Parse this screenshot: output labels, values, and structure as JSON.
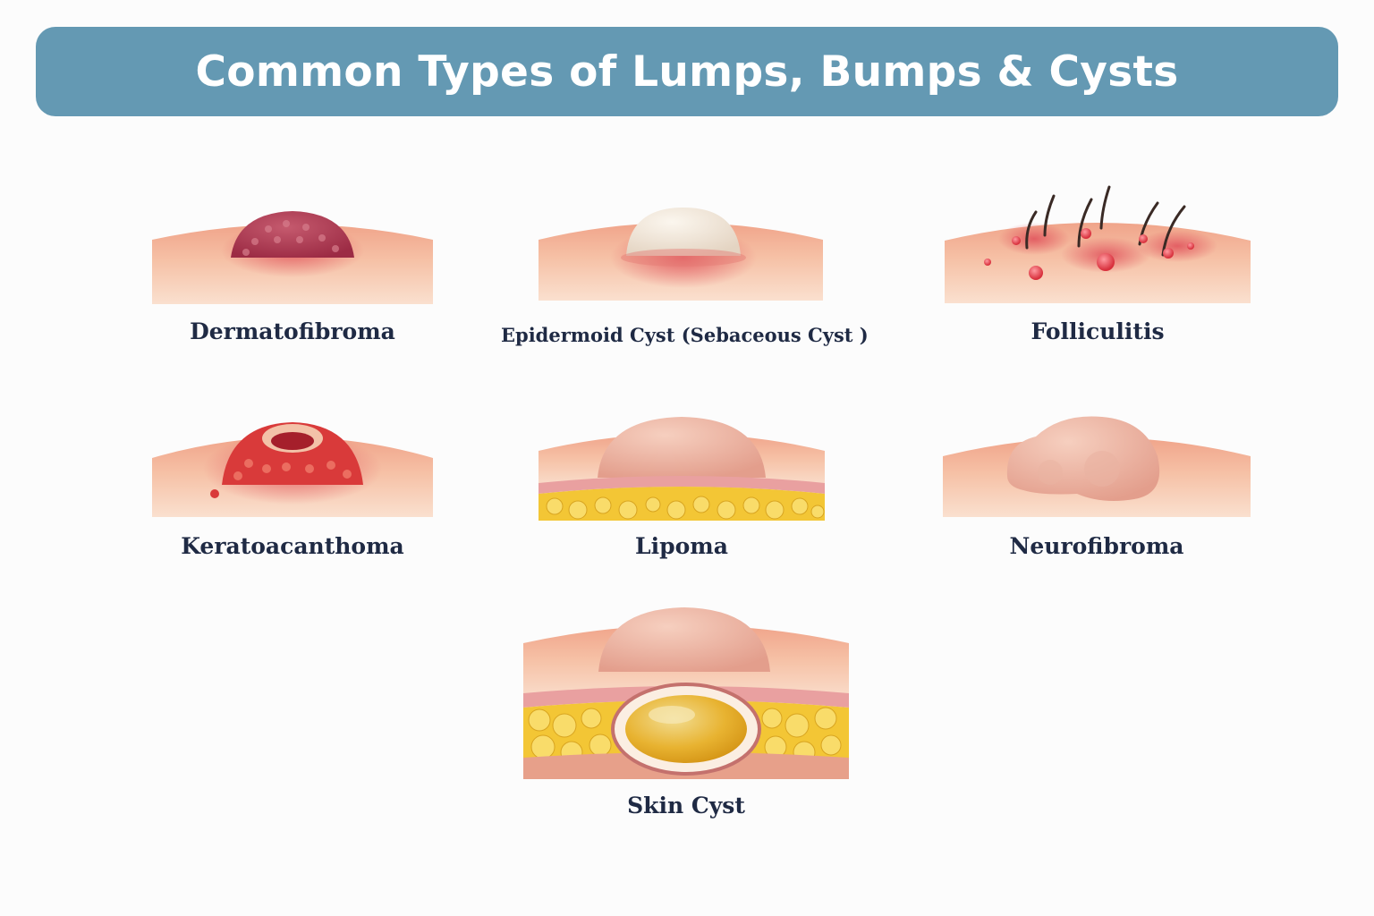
{
  "title": "Common Types of Lumps, Bumps & Cysts",
  "conditions": [
    {
      "id": "dermatofibroma",
      "label": "Dermatofibroma"
    },
    {
      "id": "epidermoid-cyst",
      "label": "Epidermoid Cyst (Sebaceous Cyst )"
    },
    {
      "id": "folliculitis",
      "label": "Folliculitis"
    },
    {
      "id": "keratoacanthoma",
      "label": "Keratoacanthoma"
    },
    {
      "id": "lipoma",
      "label": "Lipoma"
    },
    {
      "id": "neurofibroma",
      "label": "Neurofibroma"
    },
    {
      "id": "skin-cyst",
      "label": "Skin Cyst"
    }
  ],
  "colors": {
    "title_bar": "#6499b3",
    "skin": "#f5b59d",
    "skin_deep": "#f8d7c3",
    "inflamed": "#d9363e",
    "fat": "#f3c635",
    "label_text": "#1f2a44"
  }
}
